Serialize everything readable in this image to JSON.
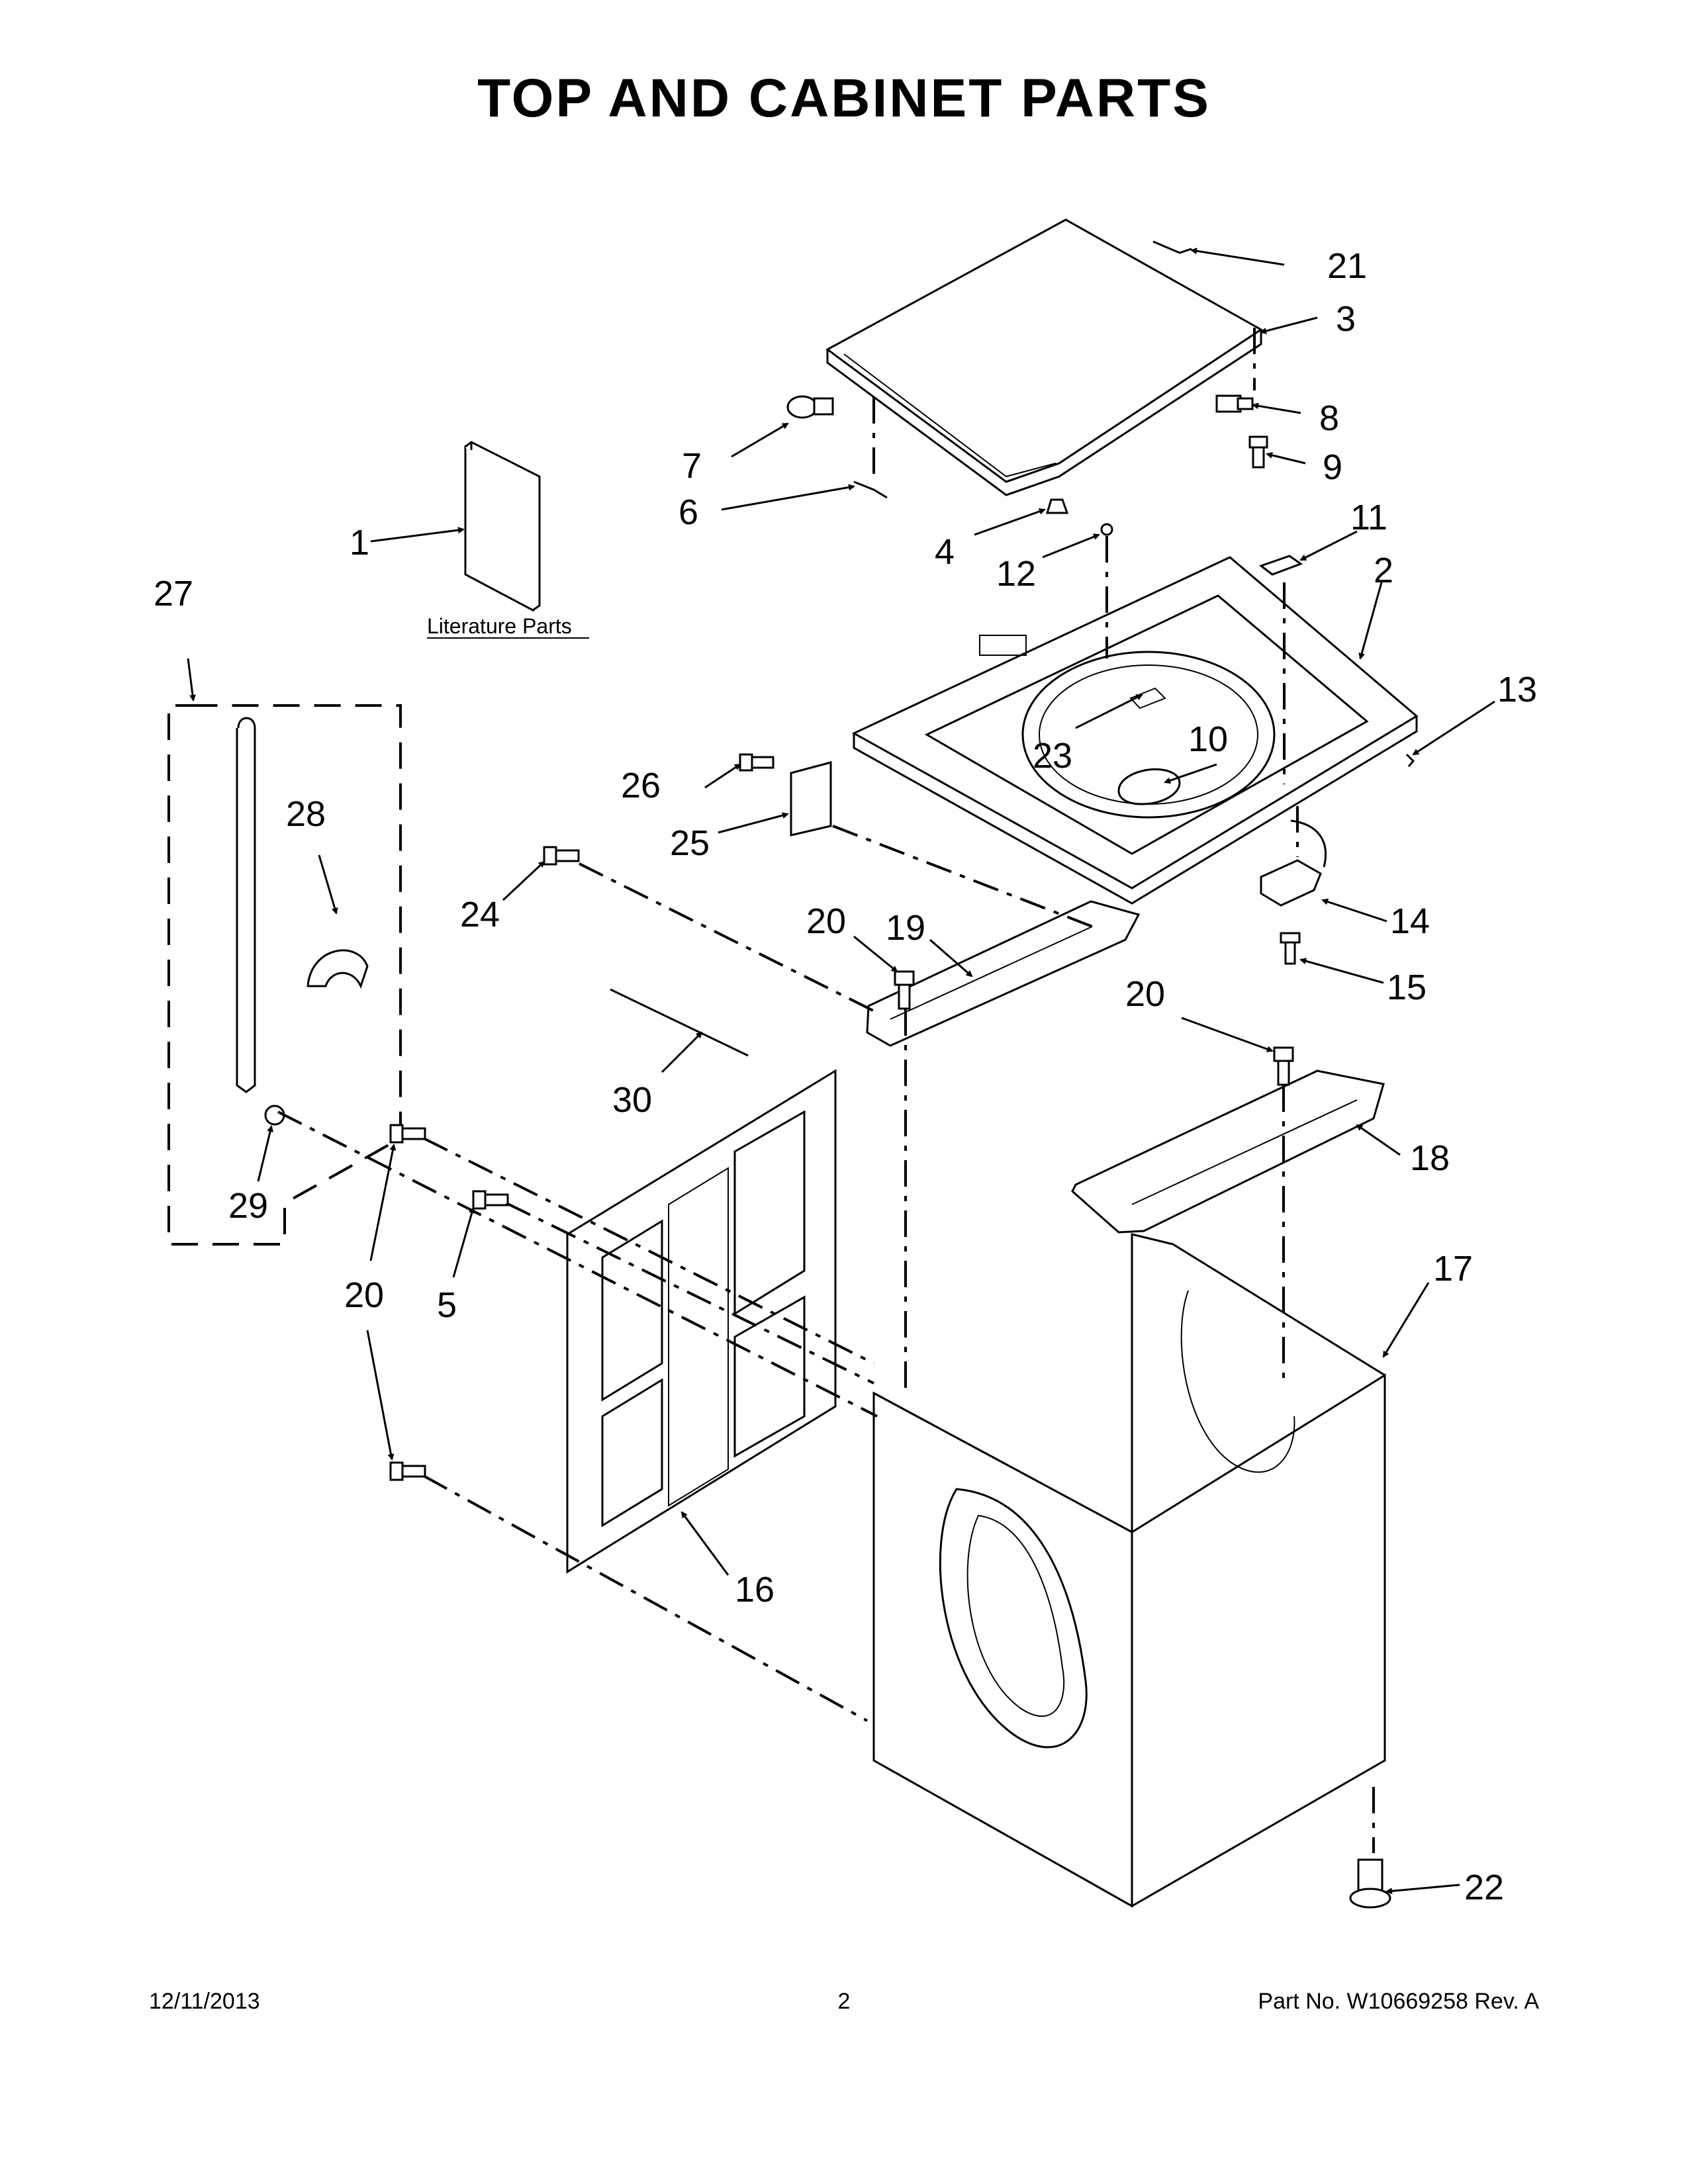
{
  "title": "TOP AND CABINET PARTS",
  "literature_label": "Literature Parts",
  "footer": {
    "date": "12/11/2013",
    "page": "2",
    "part": "Part No.  W10669258  Rev.  A"
  },
  "callouts": {
    "c1": "1",
    "c2": "2",
    "c3": "3",
    "c4": "4",
    "c5": "5",
    "c6": "6",
    "c7": "7",
    "c8": "8",
    "c9": "9",
    "c10": "10",
    "c11": "11",
    "c12": "12",
    "c13": "13",
    "c14": "14",
    "c15": "15",
    "c16": "16",
    "c17": "17",
    "c18": "18",
    "c19": "19",
    "c20": "20",
    "c21": "21",
    "c22": "22",
    "c23": "23",
    "c24": "24",
    "c25": "25",
    "c26": "26",
    "c27": "27",
    "c28": "28",
    "c29": "29",
    "c30": "30"
  }
}
